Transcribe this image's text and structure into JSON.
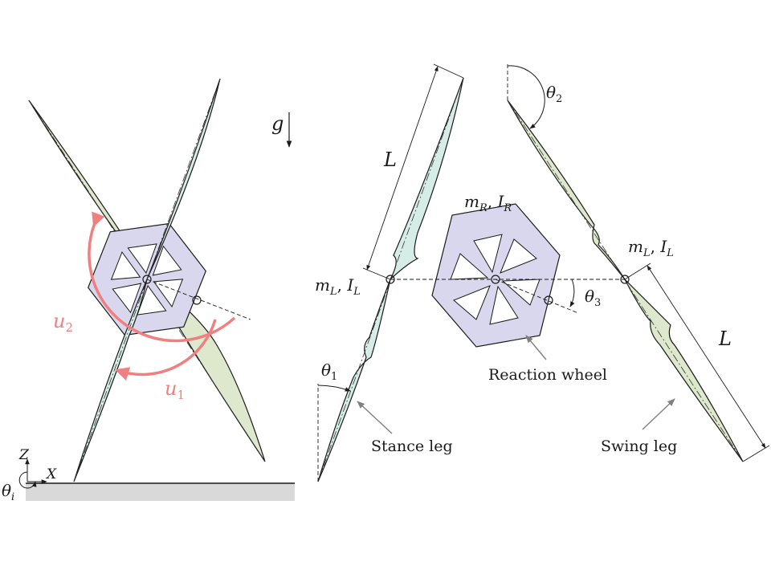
{
  "colors": {
    "stance_leg_fill": "#d6ece6",
    "swing_leg_fill": "#dde8cc",
    "wheel_fill": "#d9d7ee",
    "torque_arrow": "#f08080",
    "ground_fill": "#d9d9d9",
    "line": "#1a1a1a",
    "leader": "#808080"
  },
  "icons": {
    "gravity": "down-arrow-icon",
    "axes": "coordinate-axes-icon",
    "wheel": "hexagon-wheel-icon"
  },
  "left_panel": {
    "torque_u1": {
      "sym": "u",
      "sub": "1"
    },
    "torque_u2": {
      "sym": "u",
      "sub": "2"
    },
    "axis_z": "Z",
    "axis_x": "X",
    "theta_i": {
      "sym": "θ",
      "sub": "i"
    },
    "gravity": "g"
  },
  "right_panel": {
    "theta1": {
      "sym": "θ",
      "sub": "1"
    },
    "theta2": {
      "sym": "θ",
      "sub": "2"
    },
    "theta3": {
      "sym": "θ",
      "sub": "3"
    },
    "length_stance": "L",
    "length_swing": "L",
    "mass_leg_left": {
      "m": "m",
      "m_sub": "L",
      "sep": ", ",
      "i": "I",
      "i_sub": "L"
    },
    "mass_leg_right": {
      "m": "m",
      "m_sub": "L",
      "sep": ", ",
      "i": "I",
      "i_sub": "L"
    },
    "mass_wheel": {
      "m": "m",
      "m_sub": "R",
      "sep": ", ",
      "i": "I",
      "i_sub": "R"
    },
    "label_wheel": "Reaction wheel",
    "label_stance": "Stance leg",
    "label_swing": "Swing leg"
  }
}
